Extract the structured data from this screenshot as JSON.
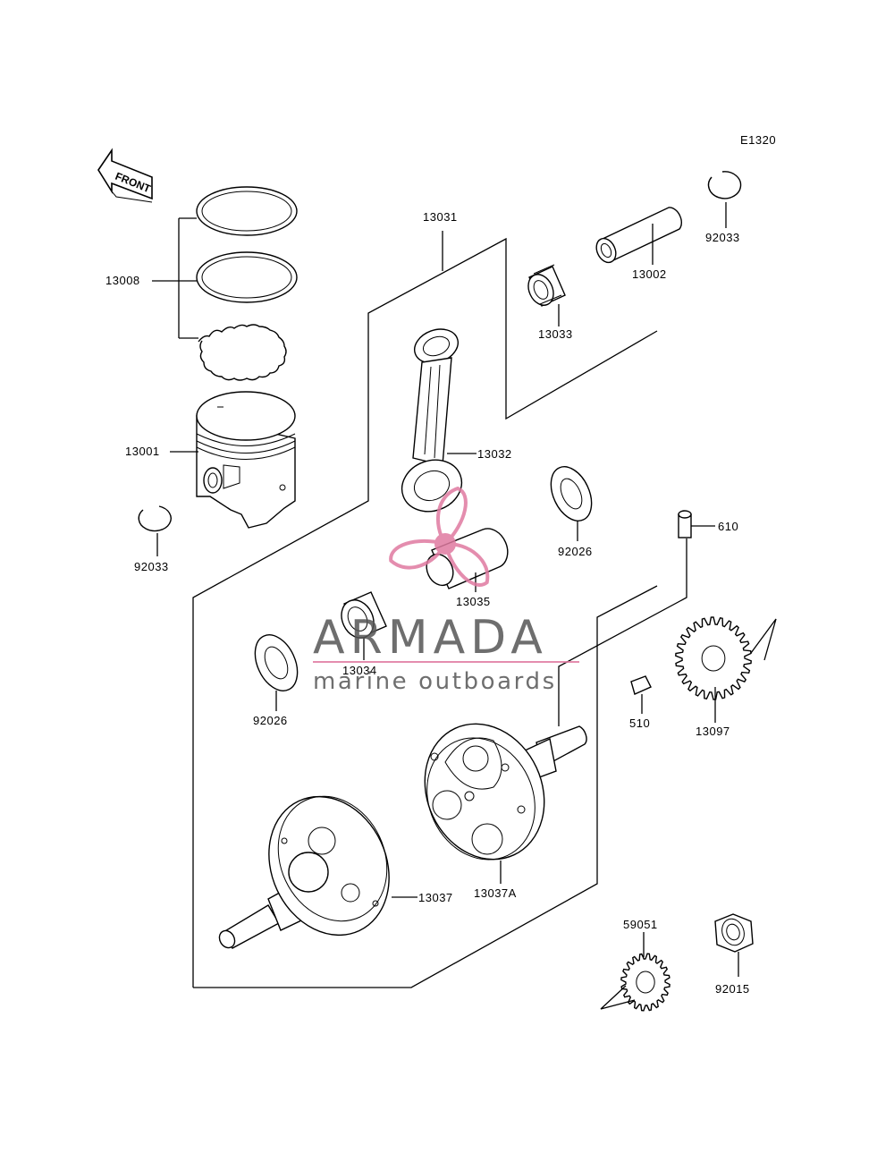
{
  "diagram_code": "E1320",
  "front_label": "FRONT",
  "parts": {
    "p13008": "13008",
    "p13001": "13001",
    "p92033_left": "92033",
    "p92033_right": "92033",
    "p13031": "13031",
    "p13002": "13002",
    "p13033": "13033",
    "p13032": "13032",
    "p92026_right": "92026",
    "p610": "610",
    "p13035": "13035",
    "p13034": "13034",
    "p92026_left": "92026",
    "p510": "510",
    "p13097": "13097",
    "p13037A": "13037A",
    "p13037": "13037",
    "p59051": "59051",
    "p92015": "92015"
  },
  "watermark": {
    "brand": "ARMADA",
    "tagline": "marine outboards",
    "colors": {
      "text": "#555555",
      "accent": "#e07aa0"
    }
  }
}
